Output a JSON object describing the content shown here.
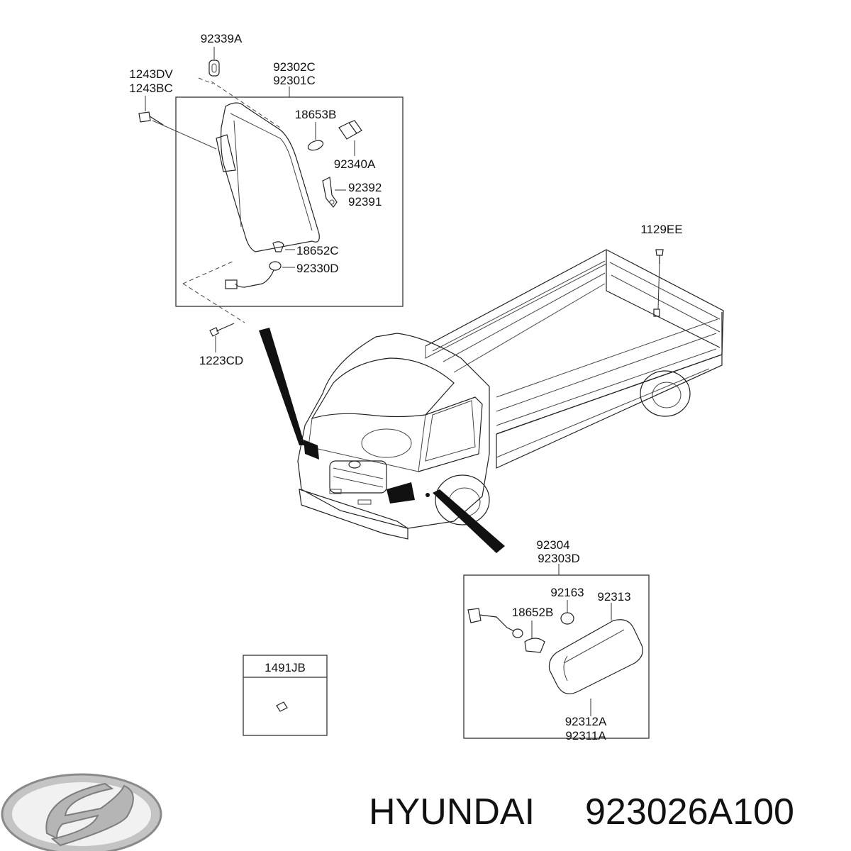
{
  "brand": {
    "logo": "hyundai-logo",
    "name": "HYUNDAI",
    "part_number": "923026A100"
  },
  "labels": {
    "p92339A": "92339A",
    "p1243DV": "1243DV",
    "p1243BC": "1243BC",
    "p92302C": "92302C",
    "p92301C": "92301C",
    "p18653B": "18653B",
    "p92340A": "92340A",
    "p92392": "92392",
    "p92391": "92391",
    "p18652C": "18652C",
    "p92330D": "92330D",
    "p1223CD": "1223CD",
    "p1129EE": "1129EE",
    "p92304": "92304",
    "p92303D": "92303D",
    "p92163": "92163",
    "p92313": "92313",
    "p18652B": "18652B",
    "p92312A": "92312A",
    "p92311A": "92311A",
    "p1491JB": "1491JB"
  }
}
